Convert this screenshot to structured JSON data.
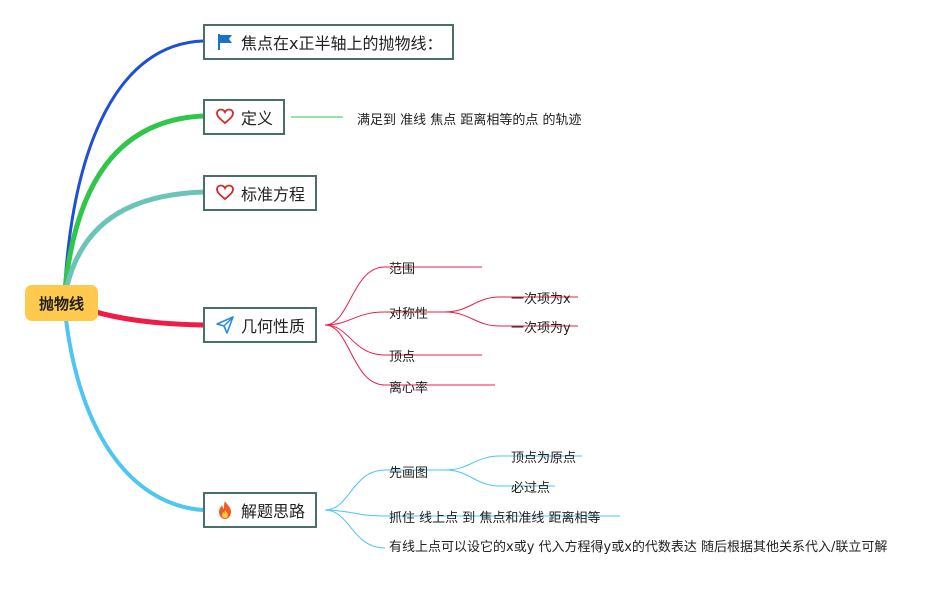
{
  "root": {
    "label": "抛物线"
  },
  "branches": {
    "focus": {
      "label": "焦点在x正半轴上的抛物线：",
      "icon": "flag-icon",
      "color": "#1f4fd6"
    },
    "define": {
      "label": "定义",
      "icon": "heart-icon",
      "color": "#2fc64a",
      "detail": "满足到 准线 焦点 距离相等的点 的轨迹"
    },
    "standard": {
      "label": "标准方程",
      "icon": "heart-icon",
      "color": "#6cc4b9"
    },
    "geometry": {
      "label": "几何性质",
      "icon": "paper-plane-icon",
      "color": "#ee1c48",
      "items": {
        "range": "范围",
        "symmetry": "对称性",
        "sym_x": "一次项为x",
        "sym_y": "一次项为y",
        "vertex": "顶点",
        "eccentricity": "离心率"
      }
    },
    "solve": {
      "label": "解题思路",
      "icon": "flame-icon",
      "color": "#4dc6f0",
      "items": {
        "draw": "先画图",
        "draw_a": "顶点为原点",
        "draw_b": "必过点",
        "grasp": "抓住 线上点 到 焦点和准线 距离相等",
        "method": "有线上点可以设它的x或y 代入方程得y或x的代数表达 随后根据其他关系代入/联立可解"
      }
    }
  }
}
